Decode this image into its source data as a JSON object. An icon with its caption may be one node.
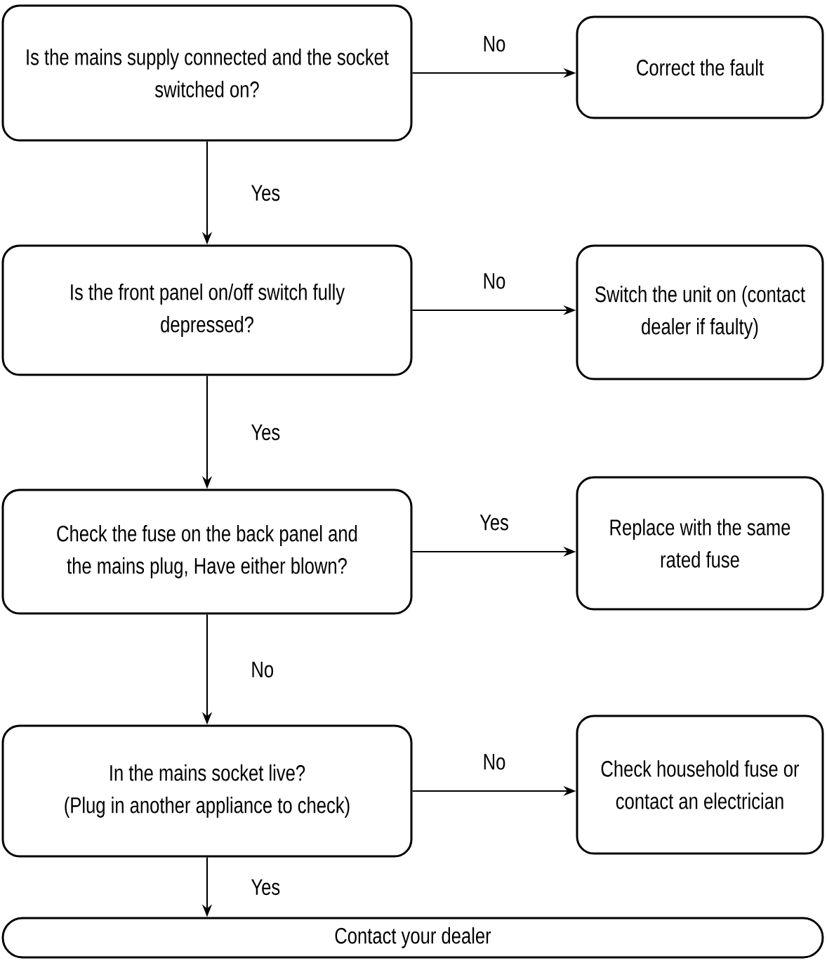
{
  "diagram": {
    "nodes": [
      {
        "text": [
          "Is the mains supply connected and the socket switched on?"
        ]
      },
      {
        "text": [
          "Correct the fault"
        ]
      },
      {
        "text": [
          "Is the front panel on/off switch fully depressed?"
        ]
      },
      {
        "text": [
          "Switch the unit on (contact dealer if faulty)"
        ]
      },
      {
        "text": [
          "Check the fuse on the back panel and the mains plug, Have either blown?"
        ]
      },
      {
        "text": [
          "Replace with the same rated fuse"
        ]
      },
      {
        "text": [
          "In the mains socket live?",
          "(Plug in another appliance to check)"
        ]
      },
      {
        "text": [
          "Check household fuse or contact an electrician"
        ]
      },
      {
        "text": [
          "Contact your dealer"
        ]
      }
    ],
    "edges": [
      {
        "from": 0,
        "to": 1,
        "arrow": "to",
        "label": "No"
      },
      {
        "from": 0,
        "to": 2,
        "arrow": "to",
        "label": "Yes"
      },
      {
        "from": 2,
        "to": 3,
        "arrow": "to",
        "label": "No"
      },
      {
        "from": 2,
        "to": 4,
        "arrow": "to",
        "label": "Yes"
      },
      {
        "from": 4,
        "to": 5,
        "arrow": "to",
        "label": "Yes"
      },
      {
        "from": 4,
        "to": 6,
        "arrow": "to",
        "label": "No"
      },
      {
        "from": 6,
        "to": 7,
        "arrow": "to",
        "label": "No"
      },
      {
        "from": 6,
        "to": 8,
        "arrow": "to",
        "label": "Yes"
      }
    ]
  }
}
